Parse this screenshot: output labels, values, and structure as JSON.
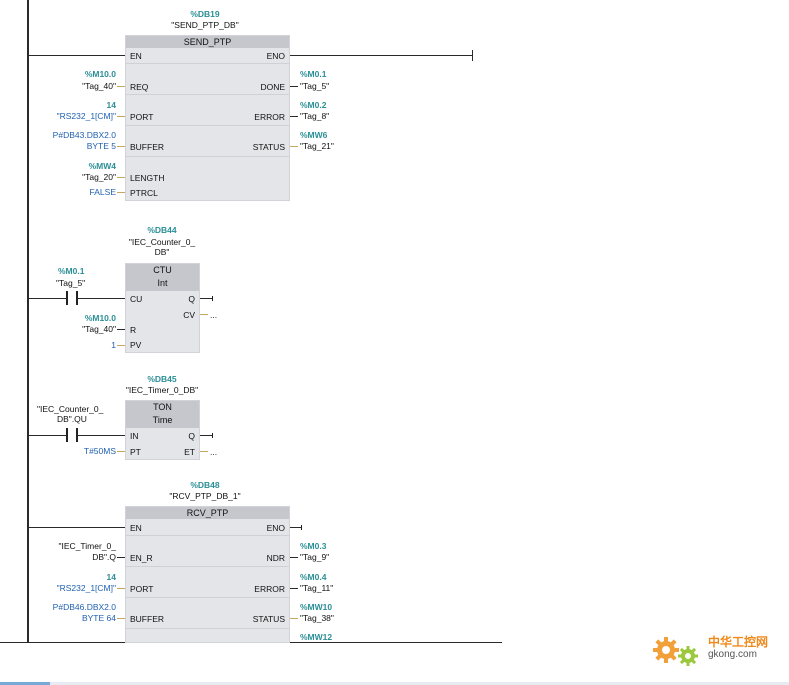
{
  "send_block": {
    "db": "%DB19",
    "db_name": "\"SEND_PTP_DB\"",
    "title": "SEND_PTP",
    "pins_left": [
      "EN",
      "REQ",
      "PORT",
      "BUFFER",
      "LENGTH",
      "PTRCL"
    ],
    "pins_right": [
      "ENO",
      "DONE",
      "ERROR",
      "STATUS"
    ],
    "req": {
      "addr": "%M10.0",
      "tag": "\"Tag_40\""
    },
    "port": {
      "addr": "14",
      "tag": "\"RS232_1[CM]\""
    },
    "buffer": {
      "l1": "P#DB43.DBX2.0",
      "l2": "BYTE 5"
    },
    "length": {
      "addr": "%MW4",
      "tag": "\"Tag_20\""
    },
    "ptrcl": {
      "value": "FALSE"
    },
    "done": {
      "addr": "%M0.1",
      "tag": "\"Tag_5\""
    },
    "error": {
      "addr": "%M0.2",
      "tag": "\"Tag_8\""
    },
    "status": {
      "addr": "%MW6",
      "tag": "\"Tag_21\""
    }
  },
  "ctu_block": {
    "db": "%DB44",
    "db_name_l1": "\"IEC_Counter_0_",
    "db_name_l2": "DB\"",
    "title": "CTU",
    "type": "Int",
    "pins_left": [
      "CU",
      "R",
      "PV"
    ],
    "pins_right": [
      "Q",
      "CV"
    ],
    "cu": {
      "addr": "%M0.1",
      "tag": "\"Tag_5\""
    },
    "r": {
      "addr": "%M10.0",
      "tag": "\"Tag_40\""
    },
    "pv": {
      "value": "1"
    },
    "cv": {
      "value": "..."
    }
  },
  "ton_block": {
    "db": "%DB45",
    "db_name": "\"IEC_Timer_0_DB\"",
    "title": "TON",
    "type": "Time",
    "pins_left": [
      "IN",
      "PT"
    ],
    "pins_right": [
      "Q",
      "ET"
    ],
    "in": {
      "l1": "\"IEC_Counter_0_",
      "l2": "DB\".QU"
    },
    "pt": {
      "value": "T#50MS"
    },
    "et": {
      "value": "..."
    }
  },
  "rcv_block": {
    "db": "%DB48",
    "db_name": "\"RCV_PTP_DB_1\"",
    "title": "RCV_PTP",
    "pins_left": [
      "EN",
      "EN_R",
      "PORT",
      "BUFFER"
    ],
    "pins_right": [
      "ENO",
      "NDR",
      "ERROR",
      "STATUS"
    ],
    "en_r": {
      "l1": "\"IEC_Timer_0_",
      "l2": "DB\".Q"
    },
    "port": {
      "addr": "14",
      "tag": "\"RS232_1[CM]\""
    },
    "buffer": {
      "l1": "P#DB46.DBX2.0",
      "l2": "BYTE 64"
    },
    "ndr": {
      "addr": "%M0.3",
      "tag": "\"Tag_9\""
    },
    "error": {
      "addr": "%M0.4",
      "tag": "\"Tag_11\""
    },
    "status": {
      "addr": "%MW10",
      "tag": "\"Tag_38\""
    },
    "extra_addr": "%MW12"
  },
  "watermark": {
    "cn": "中华工控网",
    "en": "gkong.com"
  },
  "colors": {
    "address": "#2a8f96",
    "constant": "#2060b0",
    "block": "#e4e5e9",
    "header": "#c5c7cd"
  }
}
